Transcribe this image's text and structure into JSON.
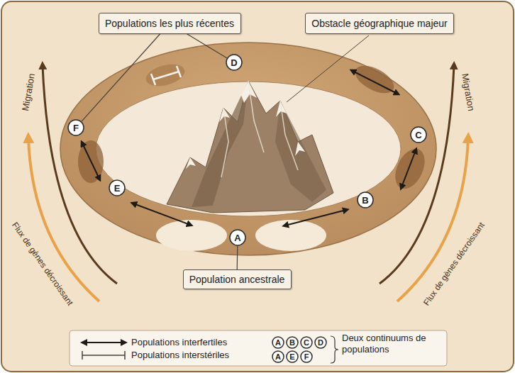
{
  "diagram": {
    "nodes": [
      {
        "text": [
          "Populations les plus récentes"
        ]
      },
      {
        "text": [
          "Obstacle géographique majeur"
        ]
      },
      {
        "text": [
          "D"
        ]
      },
      {
        "text": [
          "F"
        ]
      },
      {
        "text": [
          "C"
        ]
      },
      {
        "text": [
          "E"
        ]
      },
      {
        "text": [
          "B"
        ]
      },
      {
        "text": [
          "A"
        ]
      },
      {
        "text": [
          "Population ancestrale"
        ]
      },
      {
        "text": [
          "A"
        ]
      },
      {
        "text": [
          "B"
        ]
      },
      {
        "text": [
          "C"
        ]
      },
      {
        "text": [
          "D"
        ]
      },
      {
        "text": [
          "A"
        ]
      },
      {
        "text": [
          "E"
        ]
      },
      {
        "text": [
          "F"
        ]
      }
    ],
    "edges": [
      {
        "from": 0,
        "to": 3,
        "arrow": "none"
      },
      {
        "from": 0,
        "to": 2,
        "arrow": "none"
      },
      {
        "from": 8,
        "to": 7,
        "arrow": "none"
      }
    ],
    "labels": [
      "Migration",
      "Migration",
      "Flux de gènes décroissant",
      "Flux de gènes décroissant"
    ],
    "legend": [
      {
        "text": "Populations interfertiles"
      },
      {
        "text": "Populations interstériles"
      },
      {
        "text": "Deux continuums de populations"
      }
    ]
  }
}
